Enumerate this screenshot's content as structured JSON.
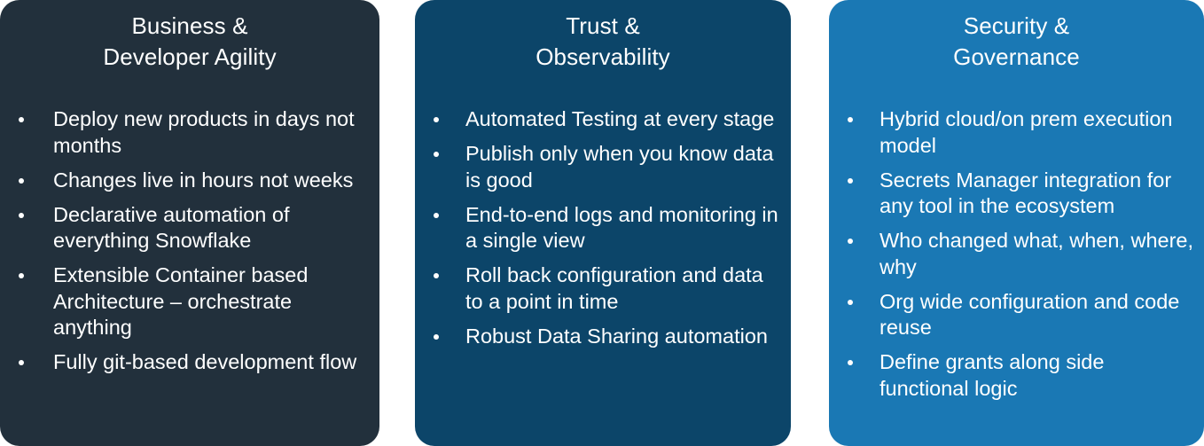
{
  "colors": {
    "card_1_bg": "#22303c",
    "card_2_bg": "#0c4569",
    "card_3_bg": "#1a78b4",
    "text": "#ffffff",
    "page_bg": "#ffffff"
  },
  "cards": [
    {
      "title_line1": "Business &",
      "title_line2": "Developer Agility",
      "bullet_icon": "bullet-dot",
      "items": [
        "Deploy new products in days not months",
        "Changes live in hours not weeks",
        "Declarative automation of everything Snowflake",
        "Extensible Container based Architecture – orchestrate anything",
        "Fully git-based development flow"
      ]
    },
    {
      "title_line1": "Trust &",
      "title_line2": "Observability",
      "bullet_icon": "bullet-dot",
      "items": [
        "Automated Testing at every stage",
        "Publish only when you know data is good",
        "End-to-end logs and monitoring in a single view",
        "Roll back configuration and data to a point in time",
        "Robust Data Sharing automation"
      ]
    },
    {
      "title_line1": "Security &",
      "title_line2": "Governance",
      "bullet_icon": "bullet-dot",
      "items": [
        "Hybrid cloud/on prem execution model",
        "Secrets Manager integration for any tool in the ecosystem",
        "Who changed what, when, where, why",
        "Org wide configuration and code reuse",
        "Define grants along side functional logic"
      ]
    }
  ]
}
